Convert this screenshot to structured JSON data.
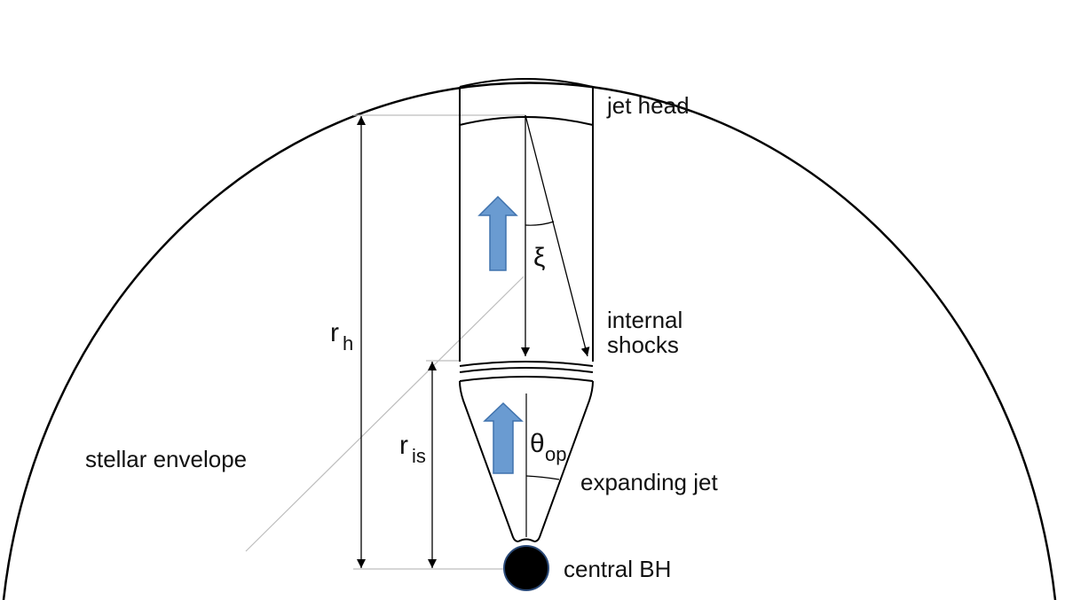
{
  "labels": {
    "jet_head": "jet head",
    "internal_shocks_line1": "internal",
    "internal_shocks_line2": "shocks",
    "expanding_jet": "expanding jet",
    "central_bh": "central BH",
    "stellar_envelope": "stellar envelope"
  },
  "symbols": {
    "r_h_base": "r",
    "r_h_sub": "h",
    "r_is_base": "r",
    "r_is_sub": "is",
    "xi": "ξ",
    "theta_base": "θ",
    "theta_sub": "op"
  },
  "colors": {
    "stroke": "#000000",
    "leader": "#bdbdbd",
    "arrow_fill": "#6a9bd1",
    "arrow_stroke": "#3f72ad",
    "bh_fill": "#000000",
    "bh_stroke": "#2b4a78"
  }
}
